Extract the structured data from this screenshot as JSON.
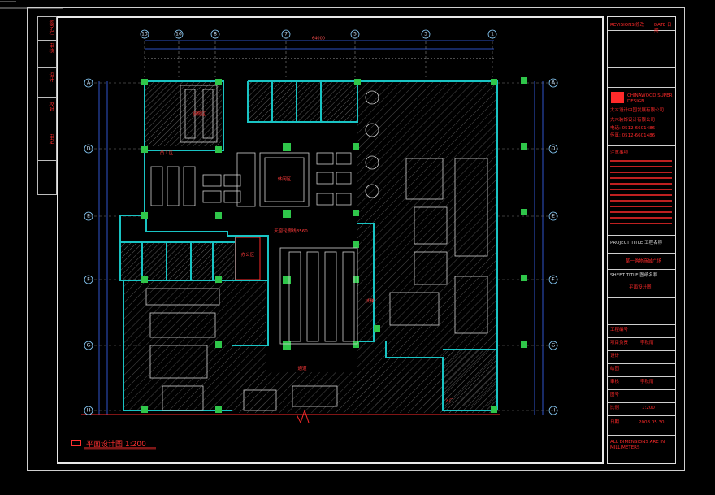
{
  "drawing": {
    "caption": "平面设计图 1:200",
    "top_grid_labels": [
      "13",
      "10",
      "8",
      "7",
      "5",
      "3",
      "1"
    ],
    "left_grid_labels": [
      "A",
      "D",
      "E",
      "F",
      "G",
      "H"
    ],
    "right_grid_labels": [
      "A",
      "D",
      "E",
      "F",
      "G",
      "H"
    ],
    "overall_dimension": "64000",
    "room_labels": {
      "kitchen_top": "厨房区",
      "storage": "员工区",
      "center_area": "休闲区",
      "corridor_label": "天窗轮廓线3560",
      "escalator_side": "扶梯",
      "lower_corridor": "通道",
      "office": "办公区",
      "right_bottom": "入口"
    }
  },
  "left_strip": [
    "签字栏",
    "审核",
    "设计",
    "校对",
    "审定"
  ],
  "title_block": {
    "row1_a": "REVISIONS",
    "row1_b": "修改",
    "row1_c": "DATE 日期",
    "company_cn": "大木设计中国发展有限公司",
    "company_en": "CHINAWOOD SUPER DESIGN",
    "company_line2": "大木装饰设计有限公司",
    "tel": "电话: 0512-6601486",
    "fax": "传真: 0512-6601486",
    "notes_title": "注意事项",
    "project_label": "PROJECT TITLE 工程名称",
    "project_name": "某一购物商城广场",
    "sheet_label": "SHEET TITLE 图纸名称",
    "sheet_name": "平面设计图",
    "fields": [
      {
        "label": "工程编号",
        "value": ""
      },
      {
        "label": "项目负责",
        "value": "李秋雨"
      },
      {
        "label": "设计",
        "value": ""
      },
      {
        "label": "绘图",
        "value": ""
      },
      {
        "label": "审核",
        "value": "李秋雨"
      },
      {
        "label": "图号",
        "value": ""
      },
      {
        "label": "比例",
        "value": "1:200"
      },
      {
        "label": "日期",
        "value": "2008.05.30"
      }
    ],
    "footer": "ALL DIMENSIONS ARE IN MILLIMETERS"
  },
  "colors": {
    "wall": "#19c4c4",
    "red": "#ff2a2a",
    "green": "#2fc64a",
    "grid": "#3d6bff",
    "furniture": "#d0d0d0",
    "hatch": "#6a6a6a"
  }
}
